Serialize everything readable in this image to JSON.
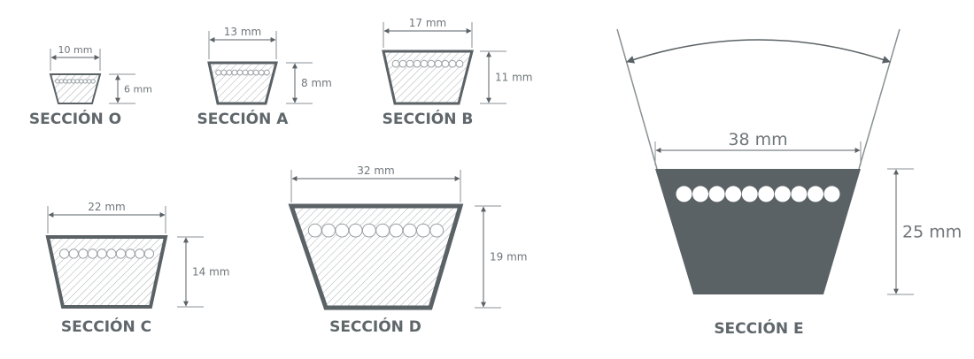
{
  "sections": [
    {
      "label": "SECCIÓN O",
      "width": "10 mm",
      "height": "6 mm"
    },
    {
      "label": "SECCIÓN A",
      "width": "13 mm",
      "height": "8 mm"
    },
    {
      "label": "SECCIÓN B",
      "width": "17 mm",
      "height": "11 mm"
    },
    {
      "label": "SECCIÓN C",
      "width": "22 mm",
      "height": "14 mm"
    },
    {
      "label": "SECCIÓN D",
      "width": "32 mm",
      "height": "19 mm"
    },
    {
      "label": "SECCIÓN E",
      "width": "38 mm",
      "height": "25 mm"
    }
  ],
  "colors": {
    "belt": "#5b6266",
    "line": "#8a9094",
    "text": "#6f767a"
  }
}
